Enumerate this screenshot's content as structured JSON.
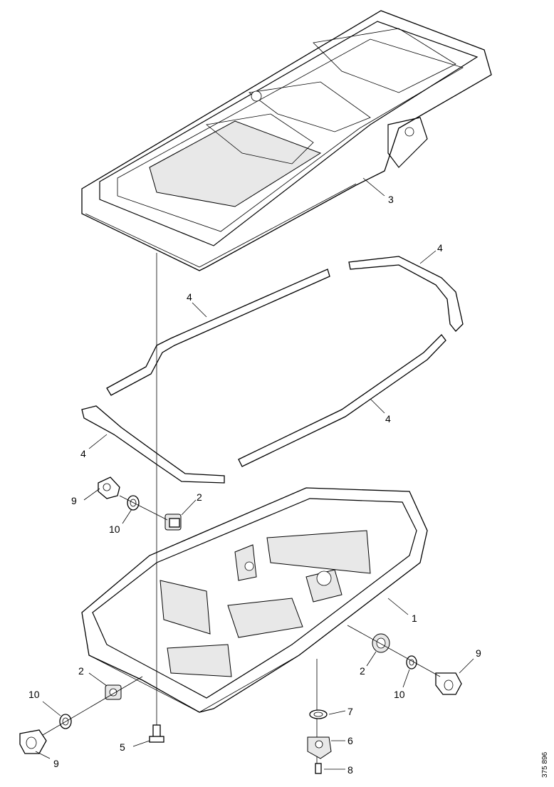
{
  "diagram": {
    "reference_number": "375 896",
    "callouts": {
      "c1": "1",
      "c2a": "2",
      "c2b": "2",
      "c2c": "2",
      "c3": "3",
      "c4a": "4",
      "c4b": "4",
      "c4c": "4",
      "c4d": "4",
      "c5": "5",
      "c6": "6",
      "c7": "7",
      "c8": "8",
      "c9a": "9",
      "c9b": "9",
      "c9c": "9",
      "c10a": "10",
      "c10b": "10",
      "c10c": "10"
    }
  }
}
